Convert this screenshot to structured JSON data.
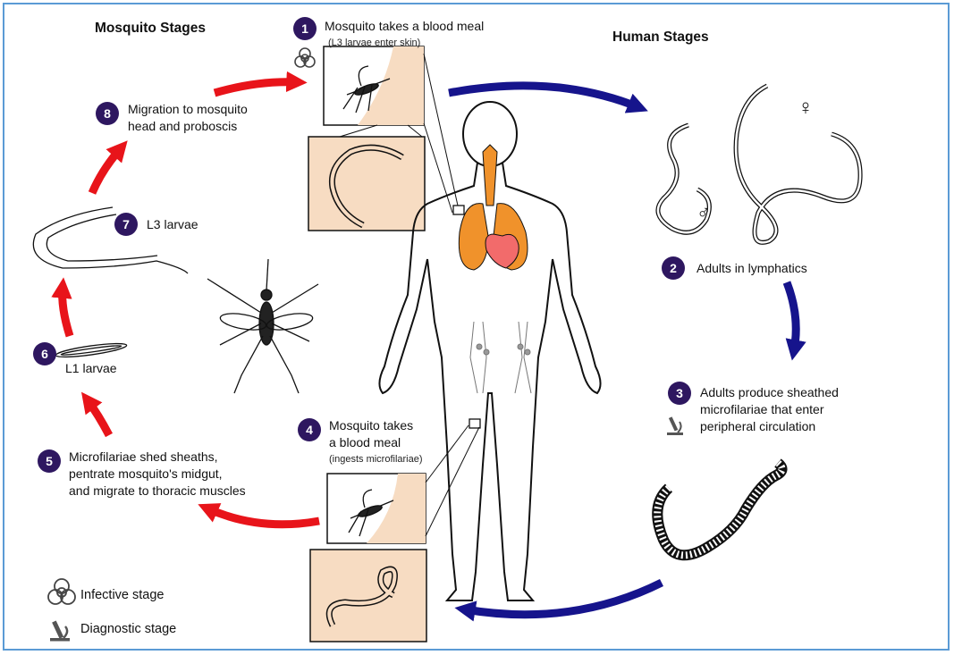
{
  "headers": {
    "mosquito": "Mosquito Stages",
    "human": "Human Stages"
  },
  "steps": [
    {
      "num": "1",
      "line1": "Mosquito takes a blood meal",
      "sub": "(L3 larvae enter skin)"
    },
    {
      "num": "2",
      "line1": "Adults in lymphatics"
    },
    {
      "num": "3",
      "line1": "Adults produce sheathed",
      "line2": "microfilariae that enter",
      "line3": "peripheral circulation"
    },
    {
      "num": "4",
      "line1": "Mosquito takes",
      "line2": "a blood meal",
      "sub": "(ingests microfilariae)"
    },
    {
      "num": "5",
      "line1": "Microfilariae shed sheaths,",
      "line2": "pentrate mosquito's midgut,",
      "line3": "and migrate to thoracic muscles"
    },
    {
      "num": "6",
      "line1": "L1 larvae"
    },
    {
      "num": "7",
      "line1": "L3 larvae"
    },
    {
      "num": "8",
      "line1": "Migration to mosquito",
      "line2": "head and proboscis"
    }
  ],
  "legend": {
    "infective": "Infective stage",
    "diagnostic": "Diagnostic stage"
  },
  "symbols": {
    "female": "♀",
    "male": "♂"
  },
  "icons": [
    "biohazard-icon",
    "microscope-icon"
  ],
  "colors": {
    "mosquito_arrow": "#e8141a",
    "human_arrow": "#16148c",
    "step_badge": "#2e1760",
    "lungs": "#f0922b",
    "heart": "#f26b6b",
    "inset_bg": "#f7dcc2",
    "frame": "#5b9bd5"
  }
}
